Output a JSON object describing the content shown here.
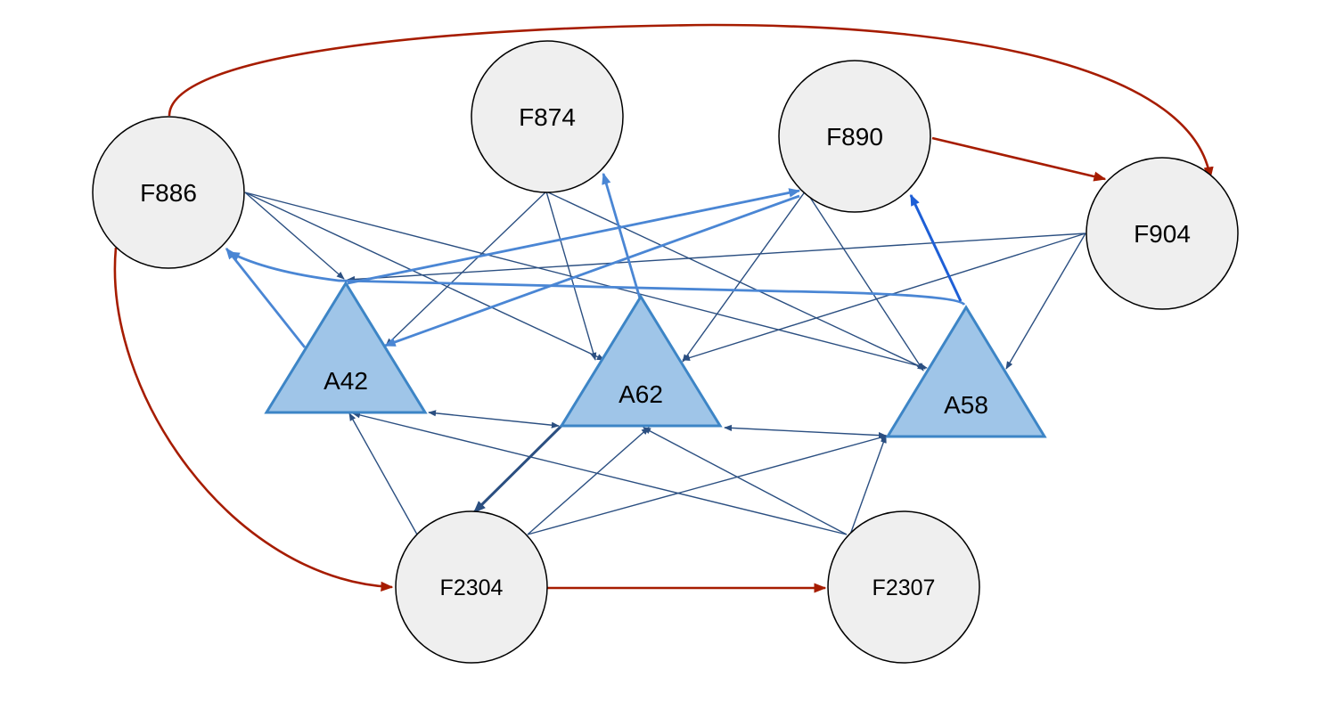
{
  "colors": {
    "background": "#ffffff",
    "circle_fill": "#efefef",
    "circle_stroke": "#000000",
    "triangle_fill": "#9fc5e8",
    "triangle_stroke": "#3d85c6",
    "edge_dark": "#2b4f81",
    "edge_light": "#4a86d4",
    "edge_red": "#a61c00"
  },
  "nodes": {
    "F874": {
      "label": "F874",
      "shape": "circle"
    },
    "F890": {
      "label": "F890",
      "shape": "circle"
    },
    "F886": {
      "label": "F886",
      "shape": "circle"
    },
    "F904": {
      "label": "F904",
      "shape": "circle"
    },
    "F2304": {
      "label": "F2304",
      "shape": "circle"
    },
    "F2307": {
      "label": "F2307",
      "shape": "circle"
    },
    "A42": {
      "label": "A42",
      "shape": "triangle"
    },
    "A62": {
      "label": "A62",
      "shape": "triangle"
    },
    "A58": {
      "label": "A58",
      "shape": "triangle"
    }
  },
  "edges": [
    {
      "from": "F886",
      "to": "A42",
      "color": "dark",
      "direction": "forward"
    },
    {
      "from": "F886",
      "to": "A62",
      "color": "dark",
      "direction": "forward"
    },
    {
      "from": "F886",
      "to": "A58",
      "color": "dark",
      "direction": "forward"
    },
    {
      "from": "F874",
      "to": "A42",
      "color": "dark",
      "direction": "forward"
    },
    {
      "from": "F874",
      "to": "A62",
      "color": "dark",
      "direction": "forward"
    },
    {
      "from": "F874",
      "to": "A58",
      "color": "dark",
      "direction": "forward"
    },
    {
      "from": "F890",
      "to": "A62",
      "color": "dark",
      "direction": "forward"
    },
    {
      "from": "F890",
      "to": "A58",
      "color": "dark",
      "direction": "forward"
    },
    {
      "from": "F904",
      "to": "A42",
      "color": "dark",
      "direction": "forward"
    },
    {
      "from": "F904",
      "to": "A62",
      "color": "dark",
      "direction": "forward"
    },
    {
      "from": "F904",
      "to": "A58",
      "color": "dark",
      "direction": "forward"
    },
    {
      "from": "A42",
      "to": "A62",
      "color": "dark",
      "direction": "both"
    },
    {
      "from": "A62",
      "to": "A58",
      "color": "dark",
      "direction": "both"
    },
    {
      "from": "F2304",
      "to": "A42",
      "color": "dark",
      "direction": "forward"
    },
    {
      "from": "F2304",
      "to": "A62",
      "color": "dark",
      "direction": "forward"
    },
    {
      "from": "F2304",
      "to": "A58",
      "color": "dark",
      "direction": "forward"
    },
    {
      "from": "F2307",
      "to": "A42",
      "color": "dark",
      "direction": "forward"
    },
    {
      "from": "F2307",
      "to": "A62",
      "color": "dark",
      "direction": "forward"
    },
    {
      "from": "F2307",
      "to": "A58",
      "color": "dark",
      "direction": "forward"
    },
    {
      "from": "A62",
      "to": "F2304",
      "color": "dark",
      "direction": "forward",
      "heavy": true
    },
    {
      "from": "A42",
      "to": "F886",
      "color": "light",
      "direction": "forward"
    },
    {
      "from": "A62",
      "to": "F874",
      "color": "light",
      "direction": "forward"
    },
    {
      "from": "A58",
      "to": "F890",
      "color": "light",
      "direction": "forward"
    },
    {
      "from": "A42",
      "to": "F890",
      "color": "light",
      "direction": "forward"
    },
    {
      "from": "F890",
      "to": "A42",
      "color": "light",
      "direction": "forward"
    },
    {
      "from": "A58",
      "to": "F886",
      "color": "light",
      "direction": "forward"
    },
    {
      "from": "F886",
      "to": "F904",
      "color": "red",
      "direction": "forward"
    },
    {
      "from": "F890",
      "to": "F904",
      "color": "red",
      "direction": "forward"
    },
    {
      "from": "F886",
      "to": "F2304",
      "color": "red",
      "direction": "forward"
    },
    {
      "from": "F2304",
      "to": "F2307",
      "color": "red",
      "direction": "forward"
    }
  ]
}
